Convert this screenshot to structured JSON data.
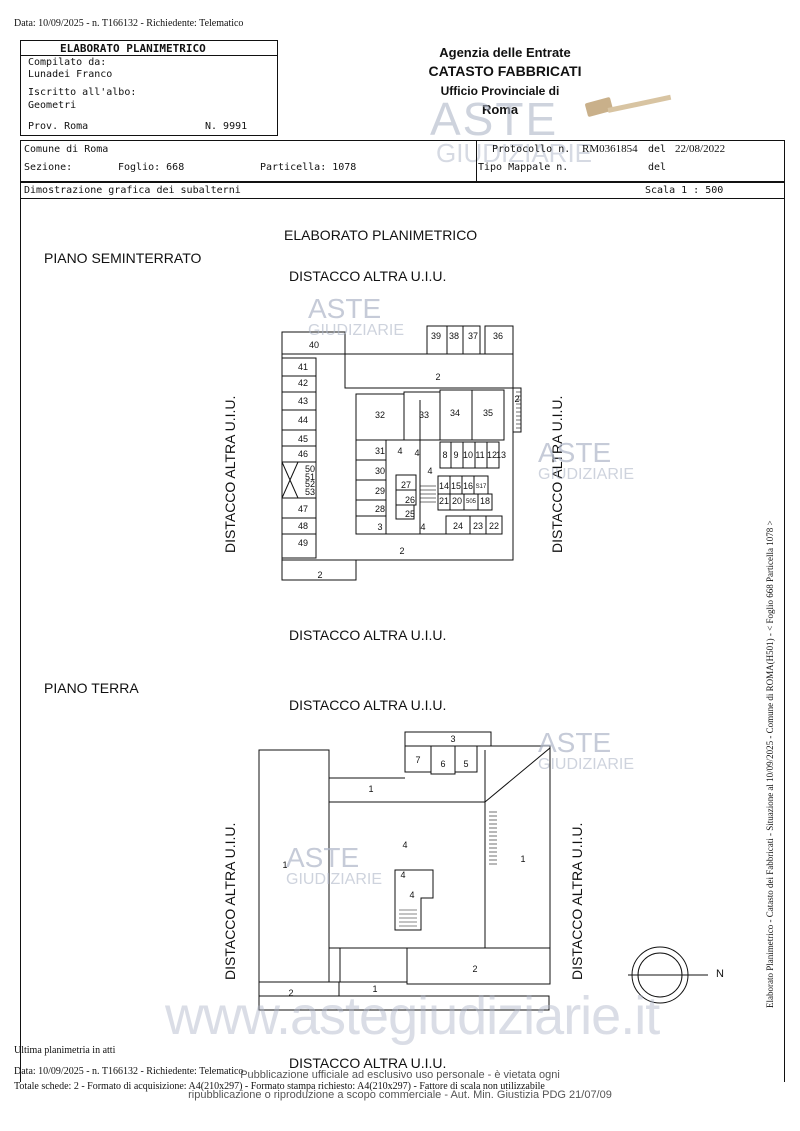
{
  "top_line": "Data: 10/09/2025 - n. T166132 - Richiedente: Telematico",
  "header": {
    "box_title": "ELABORATO PLANIMETRICO",
    "compiled_label": "Compilato da:",
    "compiled_name": "Lunadei Franco",
    "albo_label": "Iscritto all'albo:",
    "albo_value": "Geometri",
    "prov": "Prov. Roma",
    "number": "N. 9991",
    "agency": "Agenzia delle Entrate",
    "catasto": "CATASTO FABBRICATI",
    "ufficio": "Ufficio Provinciale di",
    "city": "Roma"
  },
  "info": {
    "comune": "Comune di Roma",
    "sezione_label": "Sezione:",
    "foglio": "Foglio: 668",
    "particella": "Particella: 1078",
    "protocollo_label": "Protocollo n.",
    "protocollo_value": "RM0361854",
    "del1_label": "del",
    "del1_value": "22/08/2022",
    "tipo_label": "Tipo Mappale n.",
    "del2_label": "del",
    "dimostrazione": "Dimostrazione grafica dei subalterni",
    "scala": "Scala 1 : 500"
  },
  "drawing": {
    "main_title": "ELABORATO PLANIMETRICO",
    "floor1_title": "PIANO SEMINTERRATO",
    "floor2_title": "PIANO TERRA",
    "distacco": "DISTACCO ALTRA U.I.U.",
    "north": "N"
  },
  "watermark": {
    "aste": "ASTE",
    "giudiziarie": "GIUDIZIARIE",
    "site": "www.astegiudiziarie.it"
  },
  "side_text": "Elaborato Planimetrico - Catasto dei Fabbricati - Situazione al 10/09/2025 - Comune di ROMA(H501) - < Foglio 668 Particella 1078 >",
  "footer": {
    "ultima": "Ultima planimetria in atti",
    "line1": "Data: 10/09/2025 - n. T166132 - Richiedente: Telematico",
    "line2": "Totale schede: 2 - Formato di acquisizione: A4(210x297) - Formato stampa richiesto: A4(210x297) - Fattore di scala non utilizzabile",
    "disclaimer1": "Pubblicazione ufficiale ad esclusivo uso personale - è vietata ogni",
    "disclaimer2": "ripubblicazione o riproduzione a scopo commerciale - Aut. Min. Giustizia PDG 21/07/09"
  }
}
